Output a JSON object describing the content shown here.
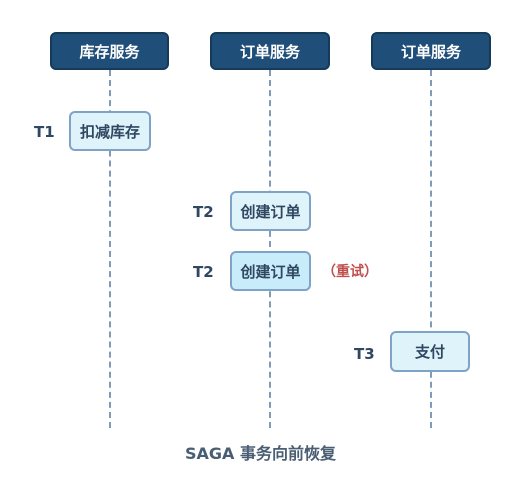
{
  "services": [
    {
      "name": "库存服务"
    },
    {
      "name": "订单服务"
    },
    {
      "name": "订单服务"
    }
  ],
  "steps": [
    {
      "tx": "T1",
      "label": "扣减库存"
    },
    {
      "tx": "T2",
      "label": "创建订单"
    },
    {
      "tx": "T2",
      "label": "创建订单",
      "note": "（重试）"
    },
    {
      "tx": "T3",
      "label": "支付"
    }
  ],
  "caption": "SAGA 事务向前恢复",
  "colors": {
    "service_bg": "#1f4e79",
    "step_bg": "#dff3fb",
    "step_border": "#7fa3c6",
    "retry_note": "#c0504d"
  }
}
